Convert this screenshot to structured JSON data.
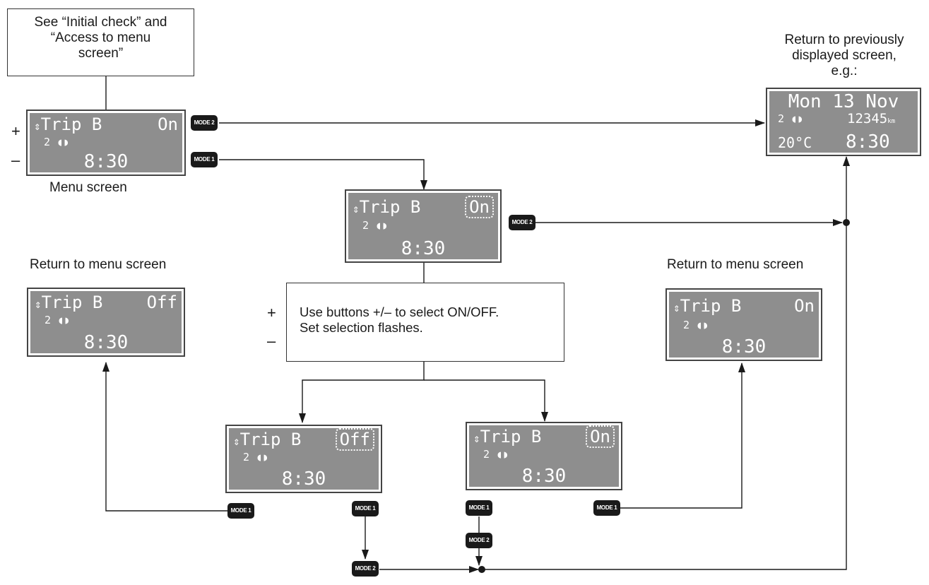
{
  "start_note": "See “Initial check” and “Access to menu screen”",
  "menu_caption": "Menu screen",
  "return_prev_label": "Return to previously displayed screen, e.g.:",
  "return_menu_left": "Return to menu screen",
  "return_menu_right": "Return to menu screen",
  "instruction": {
    "line1": "Use buttons +/– to select ON/OFF.",
    "line2": "Set selection flashes."
  },
  "symbols": {
    "plus": "+",
    "minus": "–",
    "updown": "⇕"
  },
  "display": {
    "title": "Trip B",
    "gear": "2",
    "time": "8:30",
    "on": "On",
    "off": "Off"
  },
  "prev_display": {
    "date": "Mon 13 Nov",
    "gear": "2",
    "odometer": "12345",
    "odometer_unit": "km",
    "temp": "20°C",
    "time": "8:30"
  },
  "buttons": {
    "mode1": "MODE 1",
    "mode2": "MODE 2"
  }
}
